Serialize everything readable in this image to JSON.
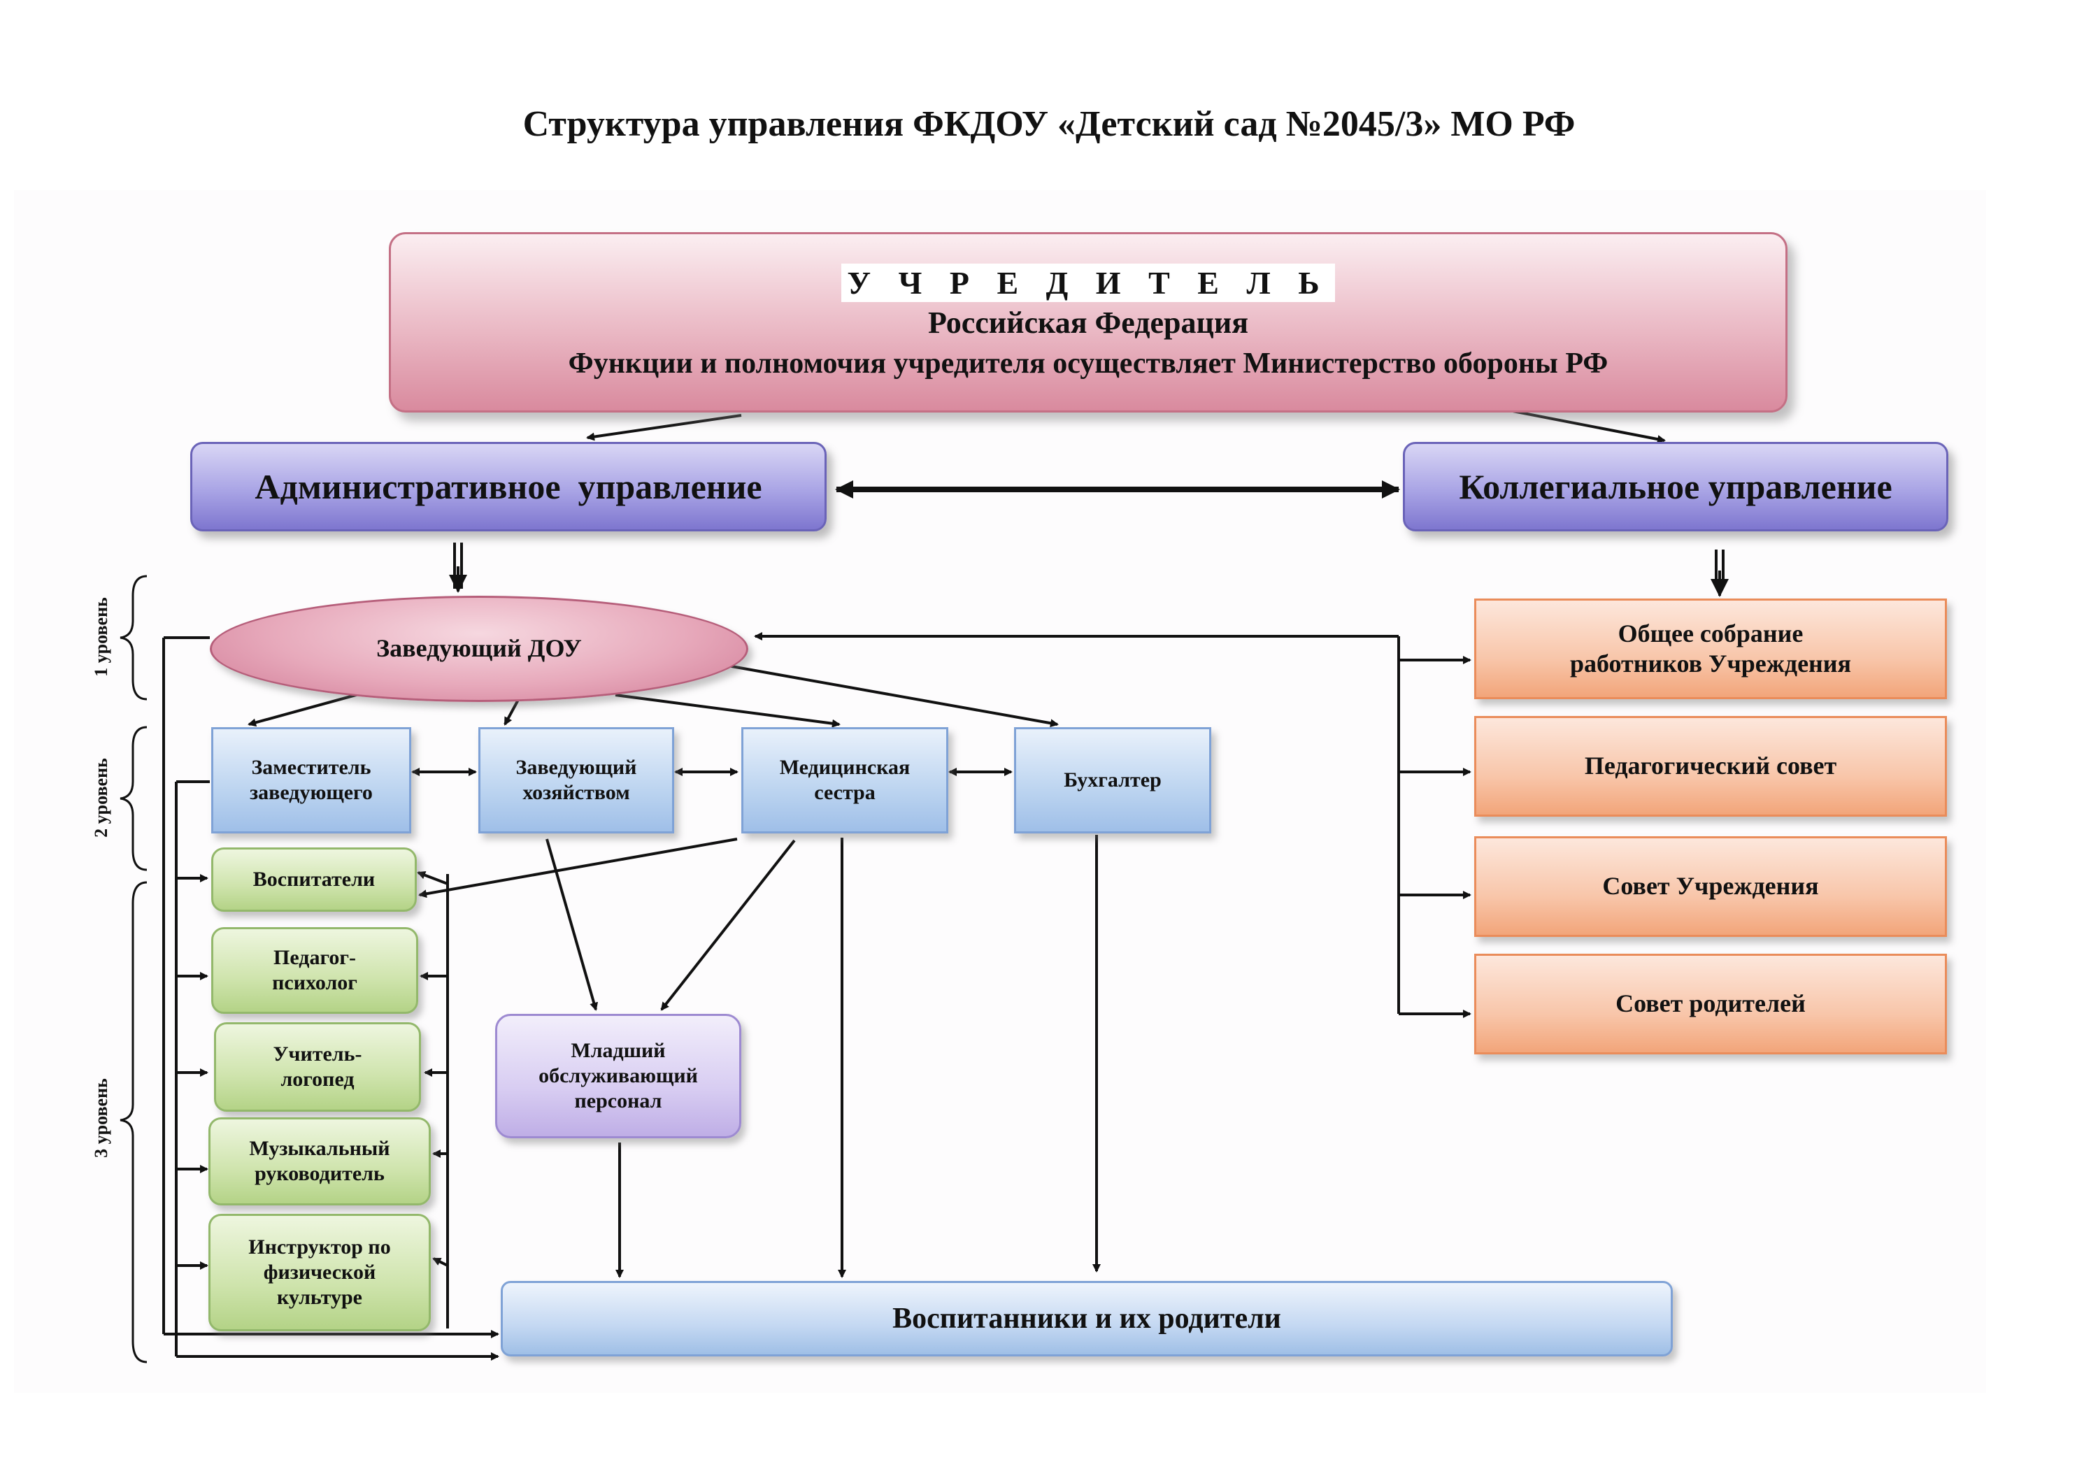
{
  "title": "Структура управления ФКДОУ «Детский сад №2045/3» МО РФ",
  "founder": {
    "heading": "У Ч Р Е Д И Т Е Л Ь",
    "line2": "Российская Федерация",
    "line3": "Функции и полномочия учредителя осуществляет Министерство обороны РФ"
  },
  "admin_label": "Административное  управление",
  "collegial_label": "Коллегиальное управление",
  "head_label": "Заведующий ДОУ",
  "level2": {
    "deputy": [
      "Заместитель",
      "заведующего"
    ],
    "facilities": [
      "Заведующий",
      "хозяйством"
    ],
    "nurse": [
      "Медицинская",
      "сестра"
    ],
    "accountant": "Бухгалтер"
  },
  "level3": {
    "educators": "Воспитатели",
    "psychologist": [
      "Педагог-",
      "психолог"
    ],
    "speech_therapist": [
      "Учитель-",
      "логопед"
    ],
    "music": [
      "Музыкальный",
      "руководитель"
    ],
    "physical": [
      "Инструктор по",
      "физической",
      "культуре"
    ]
  },
  "junior_staff": [
    "Младший",
    "обслуживающий",
    "персонал"
  ],
  "pupils_label": "Воспитанники и их родители",
  "collegial_bodies": {
    "general_meeting": [
      "Общее собрание",
      "работников Учреждения"
    ],
    "ped_council": "Педагогический совет",
    "institution_council": "Совет Учреждения",
    "parents_council": "Совет родителей"
  },
  "levels": {
    "l1": "1 уровень",
    "l2": "2 уровень",
    "l3": "3 уровень"
  }
}
